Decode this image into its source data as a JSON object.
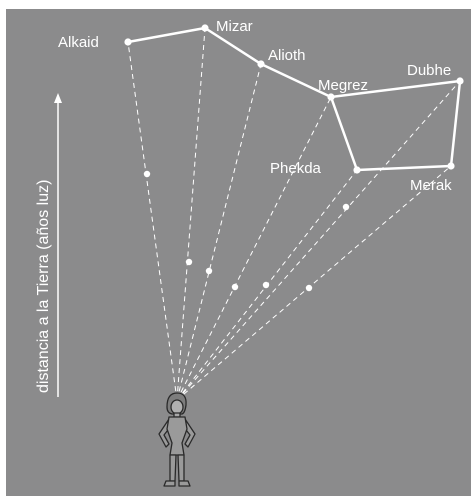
{
  "axis": {
    "label": "distancia a la Tierra (años luz)"
  },
  "stars": [
    {
      "id": "alkaid",
      "name": "Alkaid"
    },
    {
      "id": "mizar",
      "name": "Mizar"
    },
    {
      "id": "alioth",
      "name": "Alioth"
    },
    {
      "id": "megrez",
      "name": "Megrez"
    },
    {
      "id": "dubhe",
      "name": "Dubhe"
    },
    {
      "id": "phekda",
      "name": "Phekda"
    },
    {
      "id": "merak",
      "name": "Merak"
    }
  ],
  "colors": {
    "background": "#8b8b8c",
    "lines": "#ffffff",
    "figure": "#9a9a9a"
  },
  "icons": {
    "observer": "person-figure-icon"
  }
}
